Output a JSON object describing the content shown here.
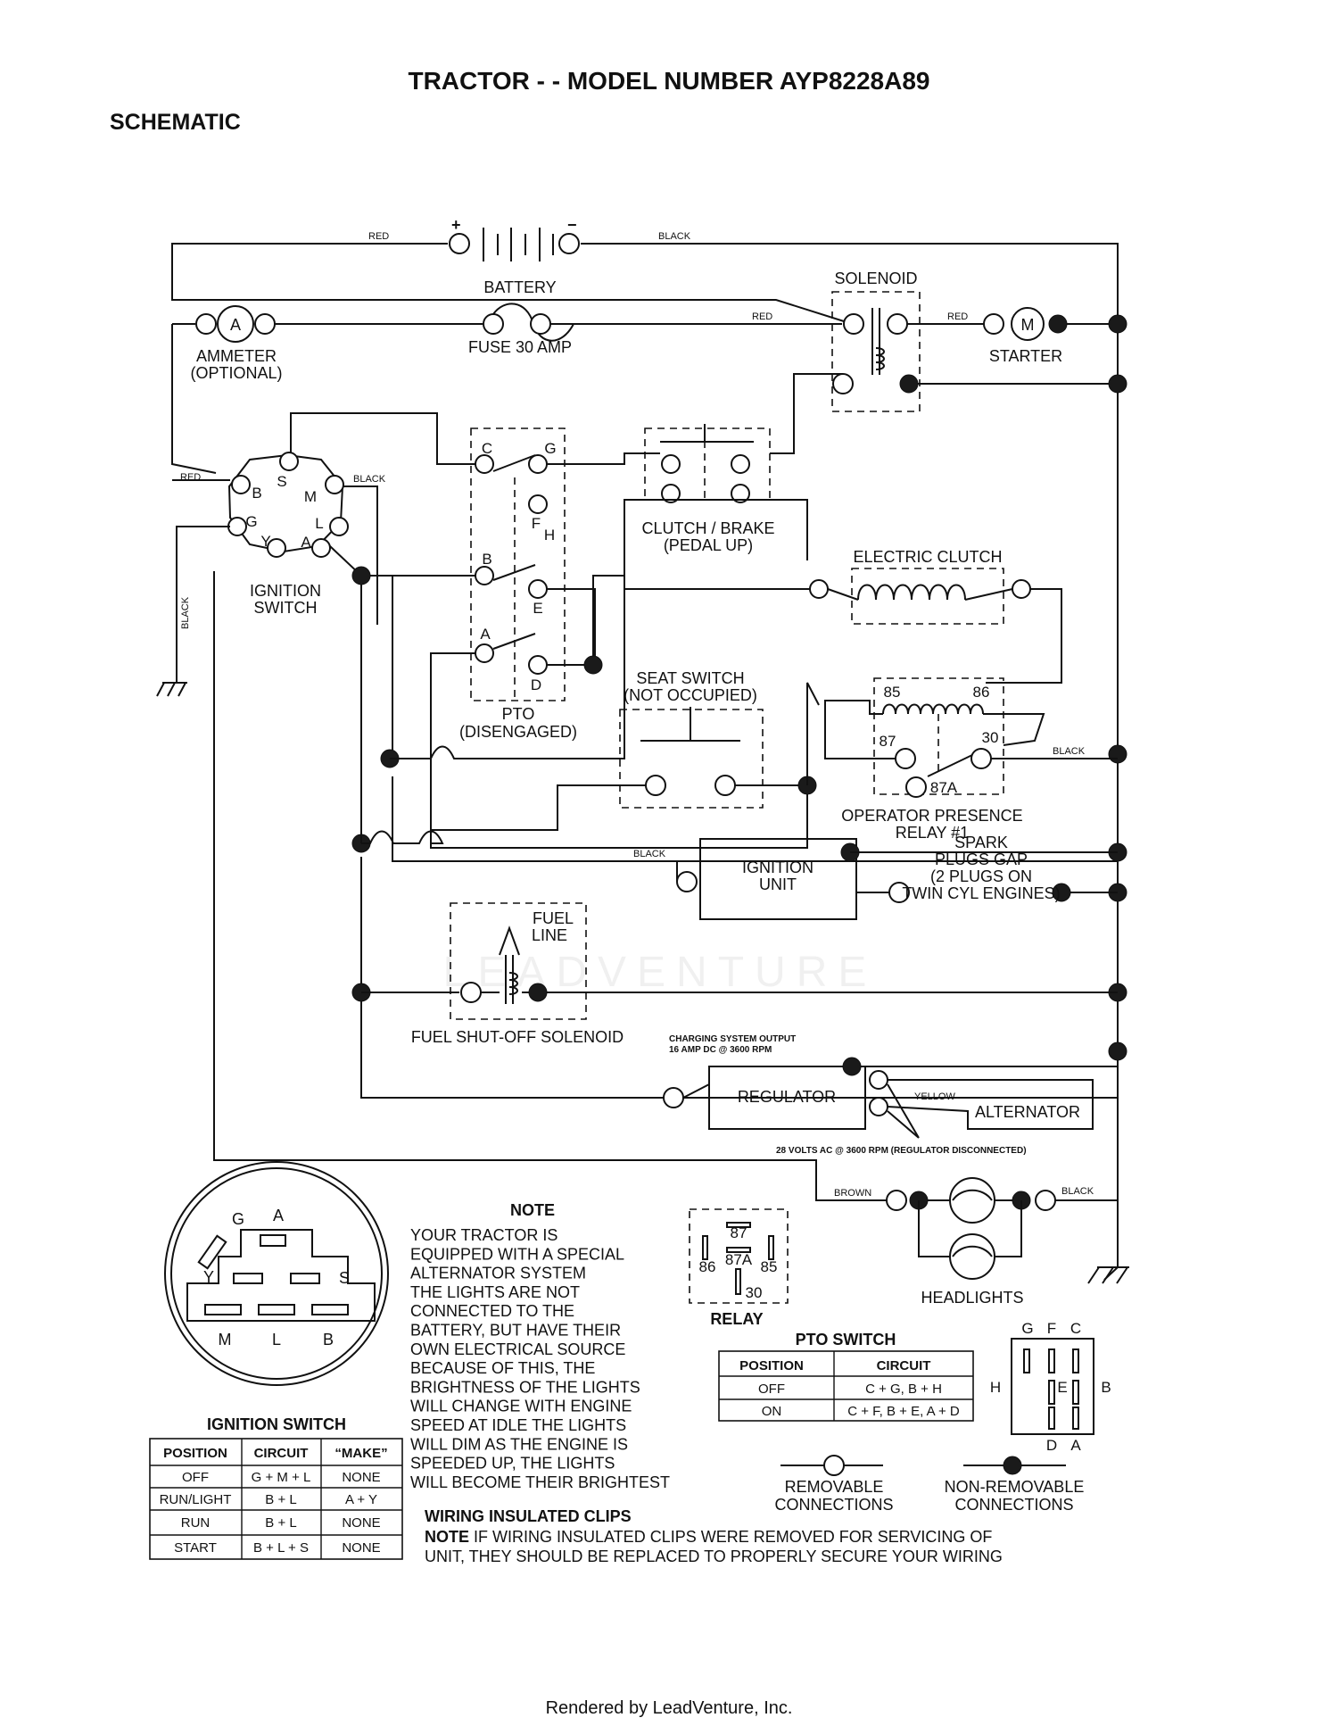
{
  "header": {
    "title": "TRACTOR - - MODEL NUMBER AYP8228A89",
    "subtitle": "SCHEMATIC"
  },
  "components": {
    "battery": "BATTERY",
    "battery_plus": "+",
    "battery_minus": "−",
    "solenoid": "SOLENOID",
    "ammeter_1": "AMMETER",
    "ammeter_2": "(OPTIONAL)",
    "ammeter_symbol": "A",
    "fuse": "FUSE 30 AMP",
    "starter": "STARTER",
    "starter_symbol": "M",
    "ignition_switch_1": "IGNITION",
    "ignition_switch_2": "SWITCH",
    "clutch_brake_1": "CLUTCH / BRAKE",
    "clutch_brake_2": "(PEDAL UP)",
    "electric_clutch": "ELECTRIC CLUTCH",
    "seat_switch_1": "SEAT SWITCH",
    "seat_switch_2": "(NOT OCCUPIED)",
    "pto_1": "PTO",
    "pto_2": "(DISENGAGED)",
    "relay_1": "OPERATOR PRESENCE",
    "relay_2": "RELAY #1",
    "ignition_unit_1": "IGNITION",
    "ignition_unit_2": "UNIT",
    "spark_1": "SPARK",
    "spark_2": "PLUGS GAP",
    "spark_3": "(2 PLUGS ON",
    "spark_4": "TWIN CYL  ENGINES)",
    "fuel_1": "FUEL",
    "fuel_2": "LINE",
    "fuel_solenoid": "FUEL SHUT-OFF SOLENOID",
    "charging_1": "CHARGING SYSTEM OUTPUT",
    "charging_2": "16 AMP DC @ 3600 RPM",
    "regulator": "REGULATOR",
    "alternator": "ALTERNATOR",
    "ac_note": "28 VOLTS AC @ 3600 RPM (REGULATOR DISCONNECTED)",
    "headlights": "HEADLIGHTS"
  },
  "wire_colors": {
    "red": "RED",
    "black": "BLACK",
    "brown": "BROWN",
    "yellow": "YELLOW"
  },
  "terminals": {
    "ign": [
      "S",
      "B",
      "M",
      "G",
      "L",
      "Y",
      "A"
    ],
    "pto": [
      "C",
      "G",
      "F",
      "H",
      "B",
      "E",
      "A",
      "D"
    ],
    "relay": [
      "85",
      "86",
      "87",
      "30",
      "87A"
    ]
  },
  "connector": {
    "letters": [
      "G",
      "A",
      "Y",
      "S",
      "M",
      "L",
      "B"
    ]
  },
  "ignition_table": {
    "title": "IGNITION SWITCH",
    "headers": [
      "POSITION",
      "CIRCUIT",
      "“MAKE”"
    ],
    "rows": [
      [
        "OFF",
        "G + M + L",
        "NONE"
      ],
      [
        "RUN/LIGHT",
        "B + L",
        "A + Y"
      ],
      [
        "RUN",
        "B + L",
        "NONE"
      ],
      [
        "START",
        "B + L + S",
        "NONE"
      ]
    ]
  },
  "note": {
    "title": "NOTE",
    "lines": [
      "YOUR TRACTOR IS",
      "EQUIPPED WITH A SPECIAL",
      "ALTERNATOR SYSTEM",
      "THE LIGHTS ARE NOT",
      "CONNECTED TO THE",
      "BATTERY, BUT HAVE THEIR",
      "OWN ELECTRICAL SOURCE",
      "BECAUSE OF THIS, THE",
      "BRIGHTNESS OF THE LIGHTS",
      "WILL CHANGE WITH ENGINE",
      "SPEED   AT IDLE THE LIGHTS",
      "WILL DIM   AS THE ENGINE IS",
      "SPEEDED UP, THE LIGHTS",
      "WILL BECOME THEIR BRIGHTEST"
    ]
  },
  "relay_diagram": {
    "title": "RELAY",
    "pins": [
      "87",
      "87A",
      "86",
      "85",
      "30"
    ]
  },
  "pto_table": {
    "title": "PTO SWITCH",
    "headers": [
      "POSITION",
      "CIRCUIT"
    ],
    "rows": [
      [
        "OFF",
        "C + G, B + H"
      ],
      [
        "ON",
        "C + F, B + E, A + D"
      ]
    ]
  },
  "pto_pinout": {
    "letters": [
      "G",
      "F",
      "C",
      "H",
      "E",
      "B",
      "D",
      "A"
    ]
  },
  "legend": {
    "removable_1": "REMOVABLE",
    "removable_2": "CONNECTIONS",
    "nonremovable_1": "NON-REMOVABLE",
    "nonremovable_2": "CONNECTIONS"
  },
  "clips": {
    "title": "WIRING INSULATED CLIPS",
    "note_label": "NOTE",
    "line1": " IF WIRING INSULATED CLIPS WERE REMOVED FOR SERVICING OF",
    "line2": "UNIT, THEY SHOULD BE REPLACED TO PROPERLY SECURE YOUR WIRING"
  },
  "watermark": "LEADVENTURE",
  "footer": "Rendered by LeadVenture, Inc."
}
